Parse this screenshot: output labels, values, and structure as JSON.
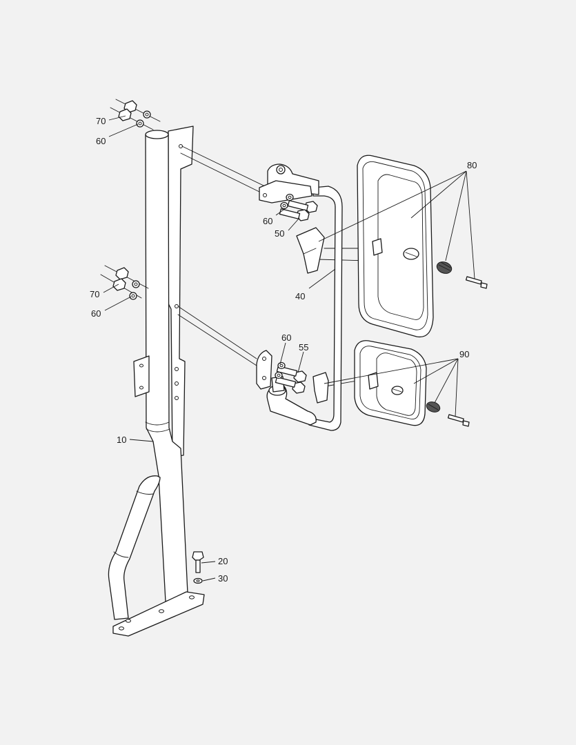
{
  "callouts": {
    "c10": "10",
    "c20": "20",
    "c30": "30",
    "c40": "40",
    "c50": "50",
    "c55": "55",
    "c60_top": "60",
    "c70_top": "70",
    "c60_mid": "60",
    "c70_mid": "70",
    "c60_upper_bracket": "60",
    "c60_lower_bracket": "60",
    "c80": "80",
    "c90": "90"
  },
  "colors": {
    "background": "#f2f2f2",
    "line": "#1a1a1a",
    "fill": "#ffffff"
  }
}
